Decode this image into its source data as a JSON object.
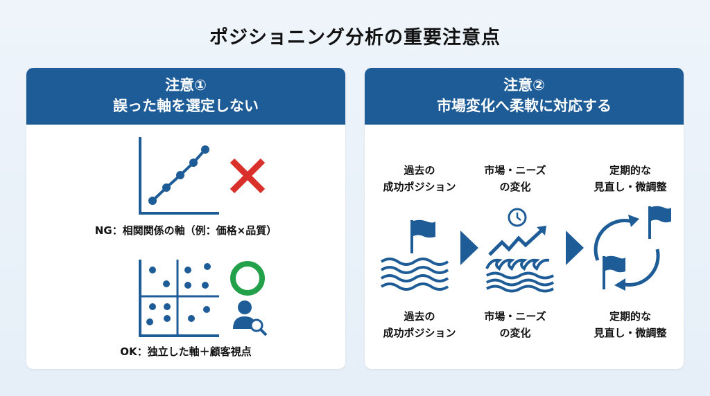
{
  "title": "ポジショニング分析の重要注意点",
  "left": {
    "heading": "注意①",
    "subheading": "誤った軸を選定しない",
    "ng_label": "NG：相関関係の軸（例：価格×品質）",
    "ok_label": "OK：独立した軸＋顧客視点"
  },
  "right": {
    "heading": "注意②",
    "subheading": "市場変化へ柔軟に対応する",
    "steps": [
      {
        "line1": "過去の",
        "line2": "成功ポジション"
      },
      {
        "line1": "市場・ニーズ",
        "line2": "の変化"
      },
      {
        "line1": "定期的な",
        "line2": "見直し・微調整"
      }
    ]
  },
  "colors": {
    "primary": "#1e5c98",
    "ng": "#d9302c",
    "ok": "#23a04a"
  }
}
